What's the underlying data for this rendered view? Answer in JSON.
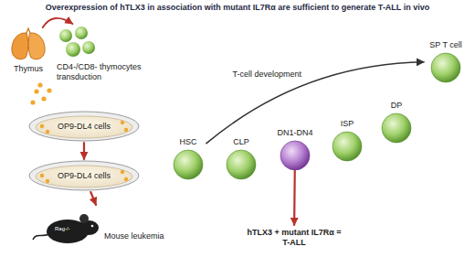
{
  "diagram": {
    "title": "Overexpression of hTLX3 in association with mutant IL7Rα are sufficient to generate T-ALL in vivo",
    "nodes": [
      {
        "text": [
          "Thymus"
        ]
      },
      {
        "text": [
          "CD4-/CD8- thymocytes transduction"
        ]
      },
      {
        "text": [
          "OP9-DL4 cells"
        ]
      },
      {
        "text": [
          "OP9-DL4 cells"
        ]
      },
      {
        "text": [
          "Mouse leukemia"
        ]
      },
      {
        "text": [
          "HSC"
        ]
      },
      {
        "text": [
          "CLP"
        ]
      },
      {
        "text": [
          "DN1-DN4"
        ]
      },
      {
        "text": [
          "ISP"
        ]
      },
      {
        "text": [
          "DP"
        ]
      },
      {
        "text": [
          "SP T cell"
        ]
      },
      {
        "text": [
          "hTLX3 + mutant IL7Rα = T-ALL"
        ]
      }
    ],
    "edges": [
      {
        "from": 0,
        "to": 1,
        "arrow": "to"
      },
      {
        "from": 2,
        "to": 3,
        "arrow": "to"
      },
      {
        "from": 3,
        "to": 4,
        "arrow": "to"
      },
      {
        "from": 5,
        "to": 10,
        "label": "T-cell development",
        "arrow": "to"
      },
      {
        "from": 7,
        "to": 11,
        "arrow": "to"
      }
    ],
    "labels": [
      "Rag-/-"
    ]
  }
}
